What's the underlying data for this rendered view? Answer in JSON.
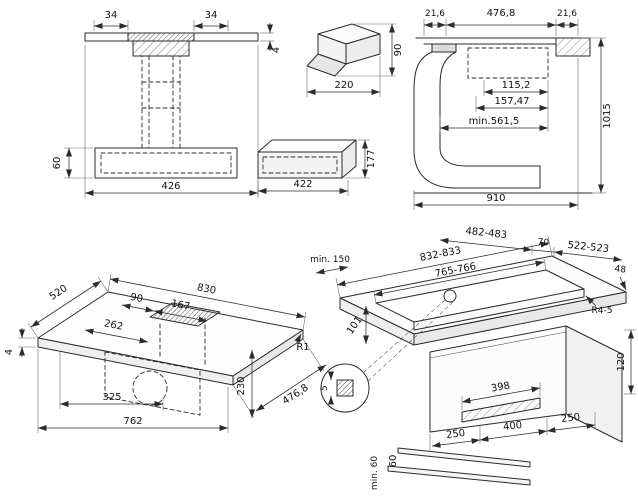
{
  "document": {
    "kind": "hob-installation-technical-drawing",
    "background": "#ffffff",
    "line_color": "#2b2b2b"
  },
  "views": {
    "front": {
      "label": "front-section-view",
      "dims": {
        "inlet_offset_left": "34",
        "inlet_offset_right": "34",
        "glass_thickness": "4",
        "plenum_height": "60",
        "overall_width": "426"
      }
    },
    "elbow": {
      "label": "duct-elbow-view",
      "dims": {
        "height": "90",
        "length": "220"
      }
    },
    "flat_duct": {
      "label": "flat-duct-view",
      "dims": {
        "height": "177",
        "length": "422"
      }
    },
    "side": {
      "label": "side-installation-view",
      "dims": {
        "edge_left": "21,6",
        "hob_width": "476,8",
        "edge_right": "21,6",
        "motor_depth": "115,2",
        "motor_clearance": "157,47",
        "min_depth": "min.561,5",
        "total_height": "1015",
        "total_depth": "910"
      }
    },
    "iso_hob": {
      "label": "hob-isometric-view",
      "dims": {
        "depth": "520",
        "width": "830",
        "inlet_offset": "90",
        "inlet_width": "167",
        "inlet_depth_offset": "262",
        "glass_thickness": "4",
        "motor_offset": "325",
        "base_width": "762",
        "base_depth": "476,8",
        "total_height": "230",
        "corner_radius": "R1"
      }
    },
    "iso_cutout": {
      "label": "worktop-cutout-isometric-view",
      "dims": {
        "min_side_clearance": "min. 150",
        "cutout_width_range": "832-833",
        "inner_cutout_width": "765-766",
        "cutout_depth_range": "482-483",
        "rear_gap": "70",
        "total_depth_range": "522-523",
        "rear_edge": "48",
        "corner_radius": "R4-5",
        "front_offset": "101",
        "side_clearance": "120",
        "panel_thickness": "5",
        "vent_width": "398",
        "base_left": "250",
        "base_center": "400",
        "base_right": "250",
        "plinth_height": "60",
        "min_floor_clearance": "min. 60"
      }
    }
  }
}
